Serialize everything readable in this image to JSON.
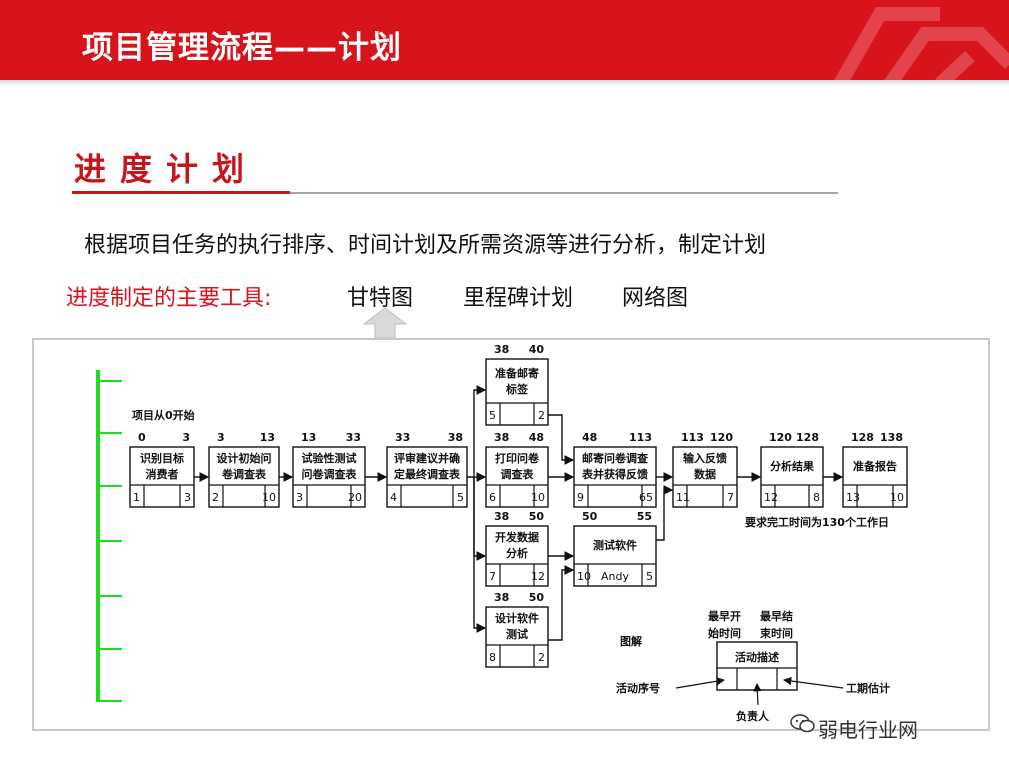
{
  "header": {
    "title": "项目管理流程——计划"
  },
  "section": {
    "title": "进度计划"
  },
  "description": "根据项目任务的执行排序、时间计划及所需资源等进行分析，制定计划",
  "tools": {
    "label": "进度制定的主要工具:",
    "items": [
      "甘特图",
      "里程碑计划",
      "网络图"
    ]
  },
  "network": {
    "start_note": "项目从0开始",
    "deadline_note": "要求完工时间为130个工作日",
    "legend_title": "图解",
    "legend_box": "活动描述",
    "legend_earliest_start": [
      "最早开",
      "始时间"
    ],
    "legend_earliest_finish": [
      "最早结",
      "束时间"
    ],
    "legend_seq": "活动序号",
    "legend_owner": "负责人",
    "legend_duration": "工期估计",
    "activities": [
      {
        "es": "0",
        "ef": "3",
        "lines": [
          "识别目标",
          "消费者"
        ],
        "seq": "1",
        "dur": "3",
        "owner": ""
      },
      {
        "es": "3",
        "ef": "13",
        "lines": [
          "设计初始问",
          "卷调查表"
        ],
        "seq": "2",
        "dur": "10",
        "owner": ""
      },
      {
        "es": "13",
        "ef": "33",
        "lines": [
          "试验性测试",
          "问卷调查表"
        ],
        "seq": "3",
        "dur": "20",
        "owner": ""
      },
      {
        "es": "33",
        "ef": "38",
        "lines": [
          "评审建议并确",
          "定最终调查表"
        ],
        "seq": "4",
        "dur": "5",
        "owner": ""
      },
      {
        "es": "38",
        "ef": "40",
        "lines": [
          "准备邮寄",
          "标签"
        ],
        "seq": "5",
        "dur": "2",
        "owner": ""
      },
      {
        "es": "38",
        "ef": "48",
        "lines": [
          "打印问卷",
          "调查表"
        ],
        "seq": "6",
        "dur": "10",
        "owner": ""
      },
      {
        "es": "38",
        "ef": "50",
        "lines": [
          "开发数据",
          "分析"
        ],
        "seq": "7",
        "dur": "12",
        "owner": ""
      },
      {
        "es": "38",
        "ef": "50",
        "lines": [
          "设计软件",
          "测试"
        ],
        "seq": "8",
        "dur": "2",
        "owner": ""
      },
      {
        "es": "48",
        "ef": "113",
        "lines": [
          "邮寄问卷调查",
          "表并获得反馈"
        ],
        "seq": "9",
        "dur": "65",
        "owner": ""
      },
      {
        "es": "50",
        "ef": "55",
        "lines": [
          "测试软件"
        ],
        "seq": "10",
        "dur": "5",
        "owner": "Andy"
      },
      {
        "es": "113",
        "ef": "120",
        "lines": [
          "输入反馈",
          "数据"
        ],
        "seq": "11",
        "dur": "7",
        "owner": ""
      },
      {
        "es": "120",
        "ef": "128",
        "lines": [
          "分析结果"
        ],
        "seq": "12",
        "dur": "8",
        "owner": ""
      },
      {
        "es": "128",
        "ef": "138",
        "lines": [
          "准备报告"
        ],
        "seq": "13",
        "dur": "10",
        "owner": ""
      }
    ]
  },
  "watermark": "弱电行业网",
  "colors": {
    "header_red": "#d7131b",
    "title_red": "#c5161d",
    "green": "#1edc1e",
    "border_gray": "#c8c8c8"
  }
}
